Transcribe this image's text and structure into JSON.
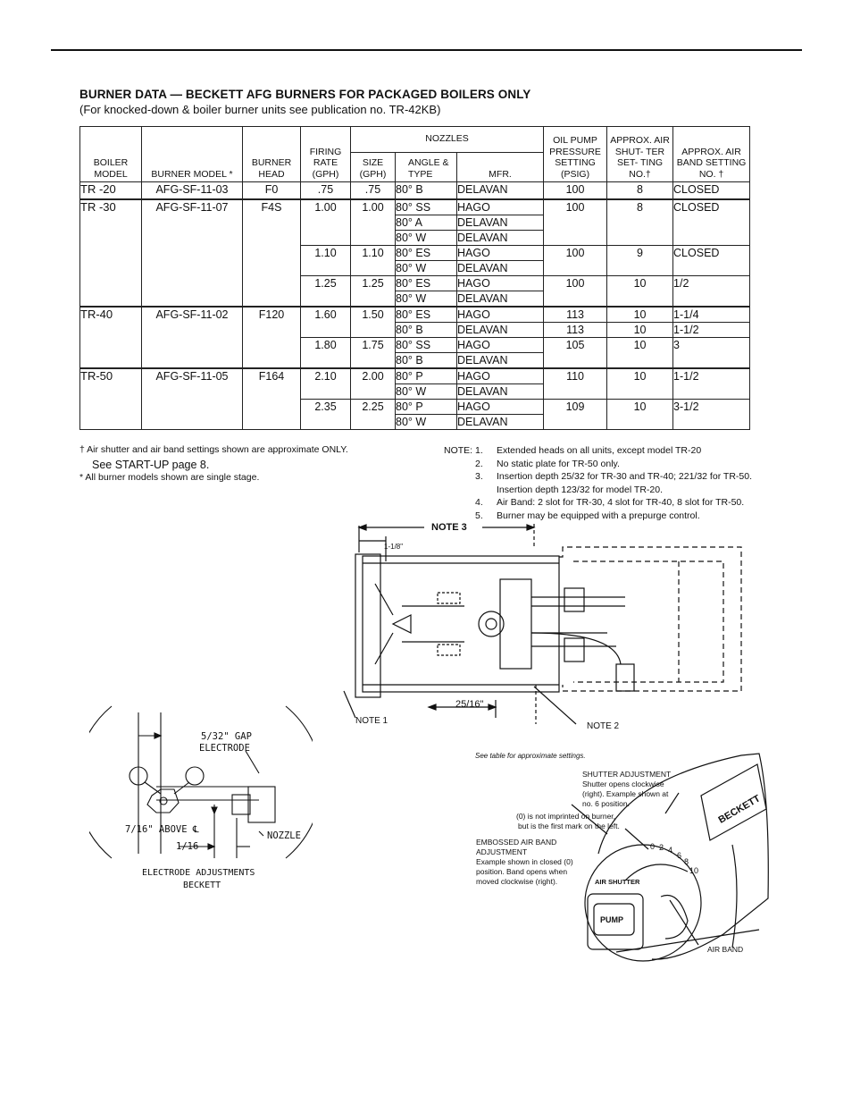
{
  "header": {
    "title": "BURNER DATA — BECKETT AFG BURNERS FOR PACKAGED BOILERS ONLY",
    "subtitle": "(For knocked-down & boiler burner units see publication no. TR-42KB)"
  },
  "table": {
    "headers": {
      "boiler_model": "BOILER MODEL",
      "burner_model": "BURNER MODEL *",
      "burner_head": "BURNER HEAD",
      "firing_rate": "FIRING RATE (GPH)",
      "nozzles": "NOZZLES",
      "size": "SIZE (GPH)",
      "angle": "ANGLE & TYPE",
      "mfr": "MFR.",
      "oil_pump": "OIL PUMP PRESSURE SETTING (PSIG)",
      "air_shutter": "APPROX. AIR SHUT- TER SET- TING NO.†",
      "air_band": "APPROX. AIR BAND SETTING NO. †"
    },
    "tr20": {
      "model": "TR -20",
      "burner": "AFG-SF-11-03",
      "head": "F0",
      "rate": ".75",
      "size": ".75",
      "angle": "80° B",
      "mfr": "DELAVAN",
      "pump": "100",
      "shutter": "8",
      "band": "CLOSED"
    },
    "tr30": {
      "model": "TR -30",
      "burner": "AFG-SF-11-07",
      "head": "F4S",
      "g1": {
        "rate": "1.00",
        "size": "1.00",
        "pump": "100",
        "shutter": "8",
        "band": "CLOSED",
        "rows": [
          {
            "angle": "80° SS",
            "mfr": "HAGO"
          },
          {
            "angle": "80° A",
            "mfr": "DELAVAN"
          },
          {
            "angle": "80° W",
            "mfr": "DELAVAN"
          }
        ]
      },
      "g2": {
        "rate": "1.10",
        "size": "1.10",
        "pump": "100",
        "shutter": "9",
        "band": "CLOSED",
        "rows": [
          {
            "angle": "80° ES",
            "mfr": "HAGO"
          },
          {
            "angle": "80° W",
            "mfr": "DELAVAN"
          }
        ]
      },
      "g3": {
        "rate": "1.25",
        "size": "1.25",
        "pump": "100",
        "shutter": "10",
        "band": "1/2",
        "rows": [
          {
            "angle": "80° ES",
            "mfr": "HAGO"
          },
          {
            "angle": "80° W",
            "mfr": "DELAVAN"
          }
        ]
      }
    },
    "tr40": {
      "model": "TR-40",
      "burner": "AFG-SF-11-02",
      "head": "F120",
      "g1": {
        "rate": "1.60",
        "size": "1.50",
        "rows": [
          {
            "angle": "80° ES",
            "mfr": "HAGO",
            "pump": "113",
            "shutter": "10",
            "band": "1-1/4"
          },
          {
            "angle": "80° B",
            "mfr": "DELAVAN",
            "pump": "113",
            "shutter": "10",
            "band": "1-1/2"
          }
        ]
      },
      "g2": {
        "rate": "1.80",
        "size": "1.75",
        "pump": "105",
        "shutter": "10",
        "band": "3",
        "rows": [
          {
            "angle": "80° SS",
            "mfr": "HAGO"
          },
          {
            "angle": "80° B",
            "mfr": "DELAVAN"
          }
        ]
      }
    },
    "tr50": {
      "model": "TR-50",
      "burner": "AFG-SF-11-05",
      "head": "F164",
      "g1": {
        "rate": "2.10",
        "size": "2.00",
        "pump": "110",
        "shutter": "10",
        "band": "1-1/2",
        "rows": [
          {
            "angle": "80° P",
            "mfr": "HAGO"
          },
          {
            "angle": "80° W",
            "mfr": "DELAVAN"
          }
        ]
      },
      "g2": {
        "rate": "2.35",
        "size": "2.25",
        "pump": "109",
        "shutter": "10",
        "band": "3-1/2",
        "rows": [
          {
            "angle": "80° P",
            "mfr": "HAGO"
          },
          {
            "angle": "80° W",
            "mfr": "DELAVAN"
          }
        ]
      }
    }
  },
  "footnotes": {
    "dagger": "†   Air shutter and air band settings shown are approximate ONLY.",
    "startup": "See START-UP page 8.",
    "star": "*   All burner models shown are single stage."
  },
  "notes": {
    "label": "NOTE:",
    "n1": "Extended heads on all units, except model TR-20",
    "n2": "No static plate for TR-50 only.",
    "n3a": "Insertion depth 25/32 for TR-30 and TR-40; 221/32 for TR-50.",
    "n3b": "Insertion depth 123/32 for model TR-20.",
    "n4": "Air Band:  2 slot for TR-30, 4 slot for TR-40, 8 slot for TR-50.",
    "n5": "Burner may be equipped with a prepurge control.",
    "nums": [
      "1.",
      "2.",
      "3.",
      "4.",
      "5."
    ]
  },
  "figure_burner": {
    "note3": "NOTE 3",
    "dim1": "1-1/8\"",
    "dim2": "25/16\"",
    "note1": "NOTE 1",
    "note2": "NOTE 2"
  },
  "figure_electrode": {
    "gap": "5/32\" GAP",
    "electrode": "ELECTRODE",
    "above": "7/16\" ABOVE ℄",
    "nozzle": "NOZZLE",
    "sixteenth": "1/16",
    "caption1": "ELECTRODE ADJUSTMENTS",
    "caption2": "BECKETT"
  },
  "figure_shutter": {
    "see": "See table for approximate settings.",
    "shutter_title": "SHUTTER ADJUSTMENT",
    "shutter_l1": "Shutter opens clockwise",
    "shutter_l2": "(right). Example shown at",
    "shutter_l3": "no. 6 position.",
    "zero_l1": "(0) is not imprinted on burner,",
    "zero_l2": "but is the first mark on the left.",
    "emb_l1": "EMBOSSED AIR BAND",
    "emb_l2": "ADJUSTMENT",
    "emb_l3": "Example shown in closed (0)",
    "emb_l4": "position. Band opens when",
    "emb_l5": "moved clockwise (right).",
    "air_shutter": "AIR SHUTTER",
    "pump": "PUMP",
    "beckett": "BECKETT",
    "air_band": "AIR BAND",
    "scale": [
      "0",
      "2",
      "4",
      "6",
      "8",
      "10"
    ]
  }
}
